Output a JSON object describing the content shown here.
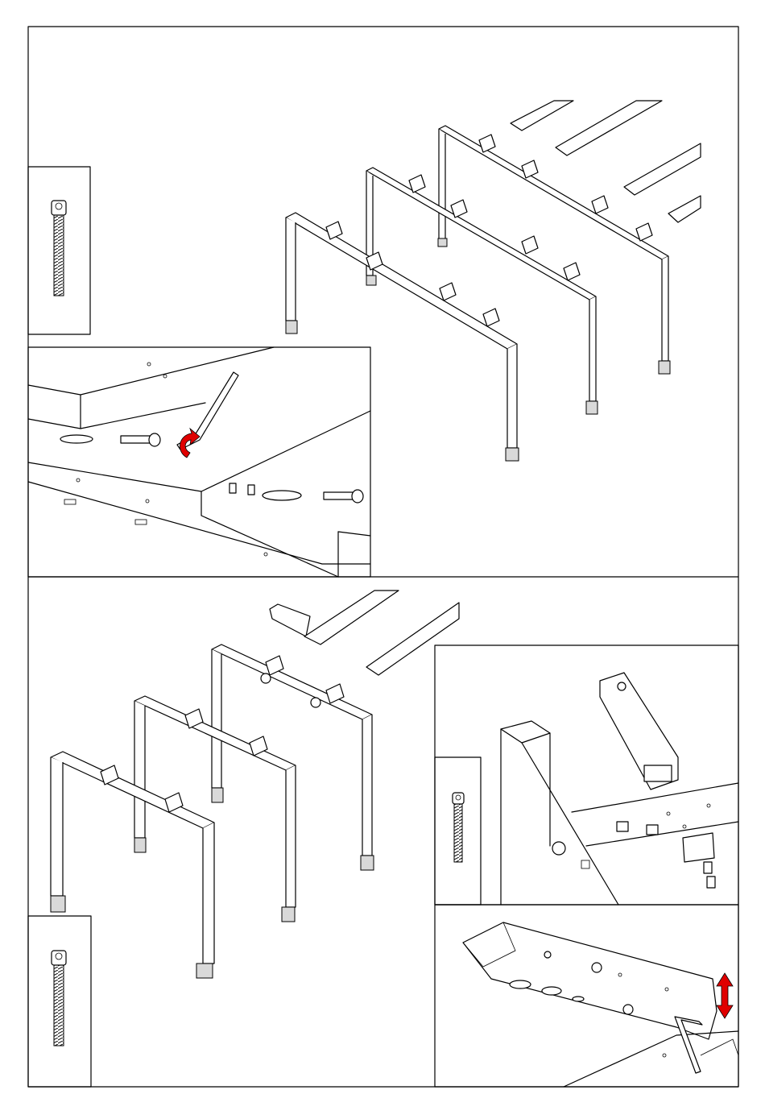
{
  "document": {
    "type": "assembly-instructions",
    "pages_text": []
  },
  "steps": [
    {
      "frames": [
        "three-frame-assembly",
        "screw-detail",
        "bolt-fastening-detail"
      ],
      "indicators": [
        "rotate-arrow-icon"
      ]
    },
    {
      "frames": [
        "three-frame-beam-assembly",
        "screw-detail",
        "bracket-detail",
        "height-adjust-detail"
      ],
      "indicators": [
        "up-down-arrow-icon"
      ]
    }
  ],
  "colors": {
    "line": "#000000",
    "background": "#ffffff",
    "indicator": "#e00000"
  }
}
